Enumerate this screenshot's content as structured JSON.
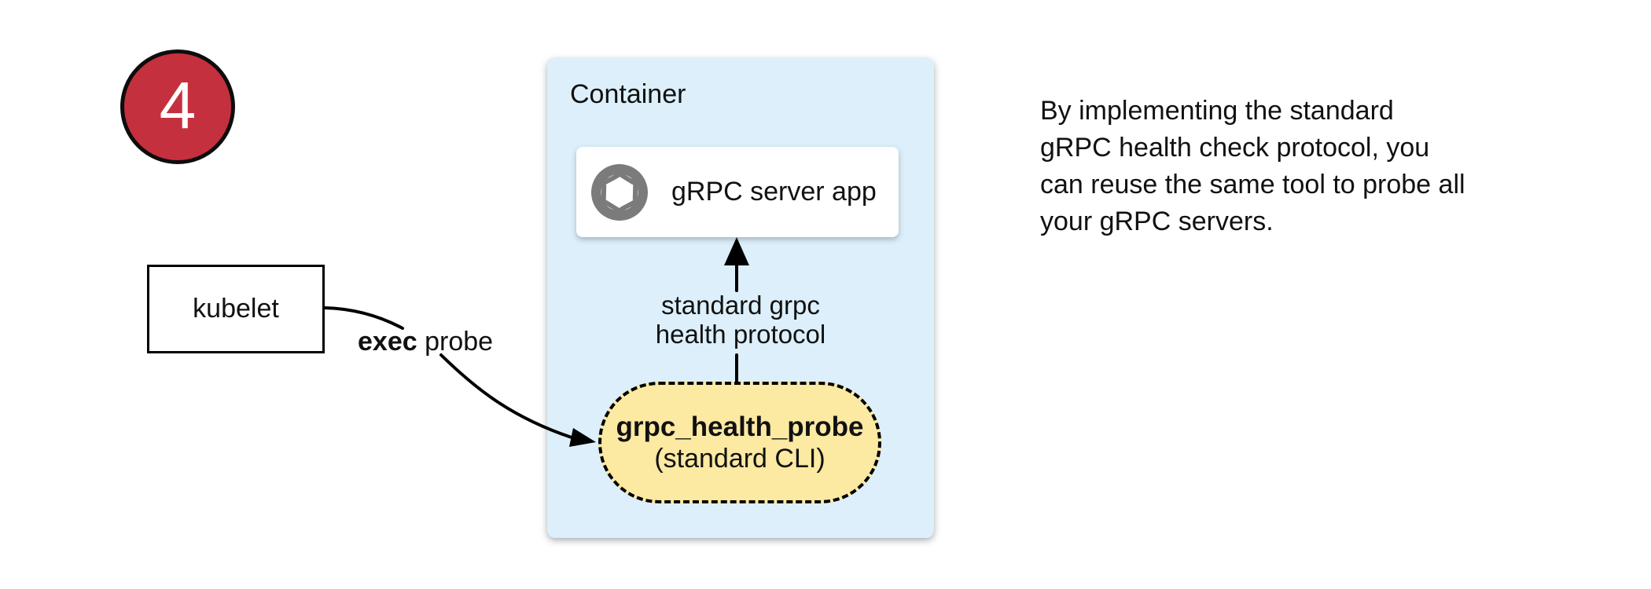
{
  "colors": {
    "badge_red": "#c5303e",
    "container_blue": "#dceffa",
    "pill_yellow": "#fce9a2",
    "icon_gray": "#7b7b7b",
    "line_black": "#000000"
  },
  "step_badge": {
    "number": "4"
  },
  "kubelet": {
    "label": "kubelet"
  },
  "exec_probe_label": {
    "bold": "exec",
    "rest": " probe"
  },
  "container": {
    "title": "Container",
    "server_app": {
      "label": "gRPC server app",
      "icon": "aperture-icon"
    },
    "protocol_label": {
      "line1": "standard grpc",
      "line2": "health protocol"
    },
    "probe_pill": {
      "title": "grpc_health_probe",
      "subtitle": "(standard CLI)"
    }
  },
  "note": {
    "lines": [
      "By implementing the standard",
      "gRPC health check protocol, you",
      "can reuse the same tool to probe all",
      "your gRPC servers."
    ]
  }
}
